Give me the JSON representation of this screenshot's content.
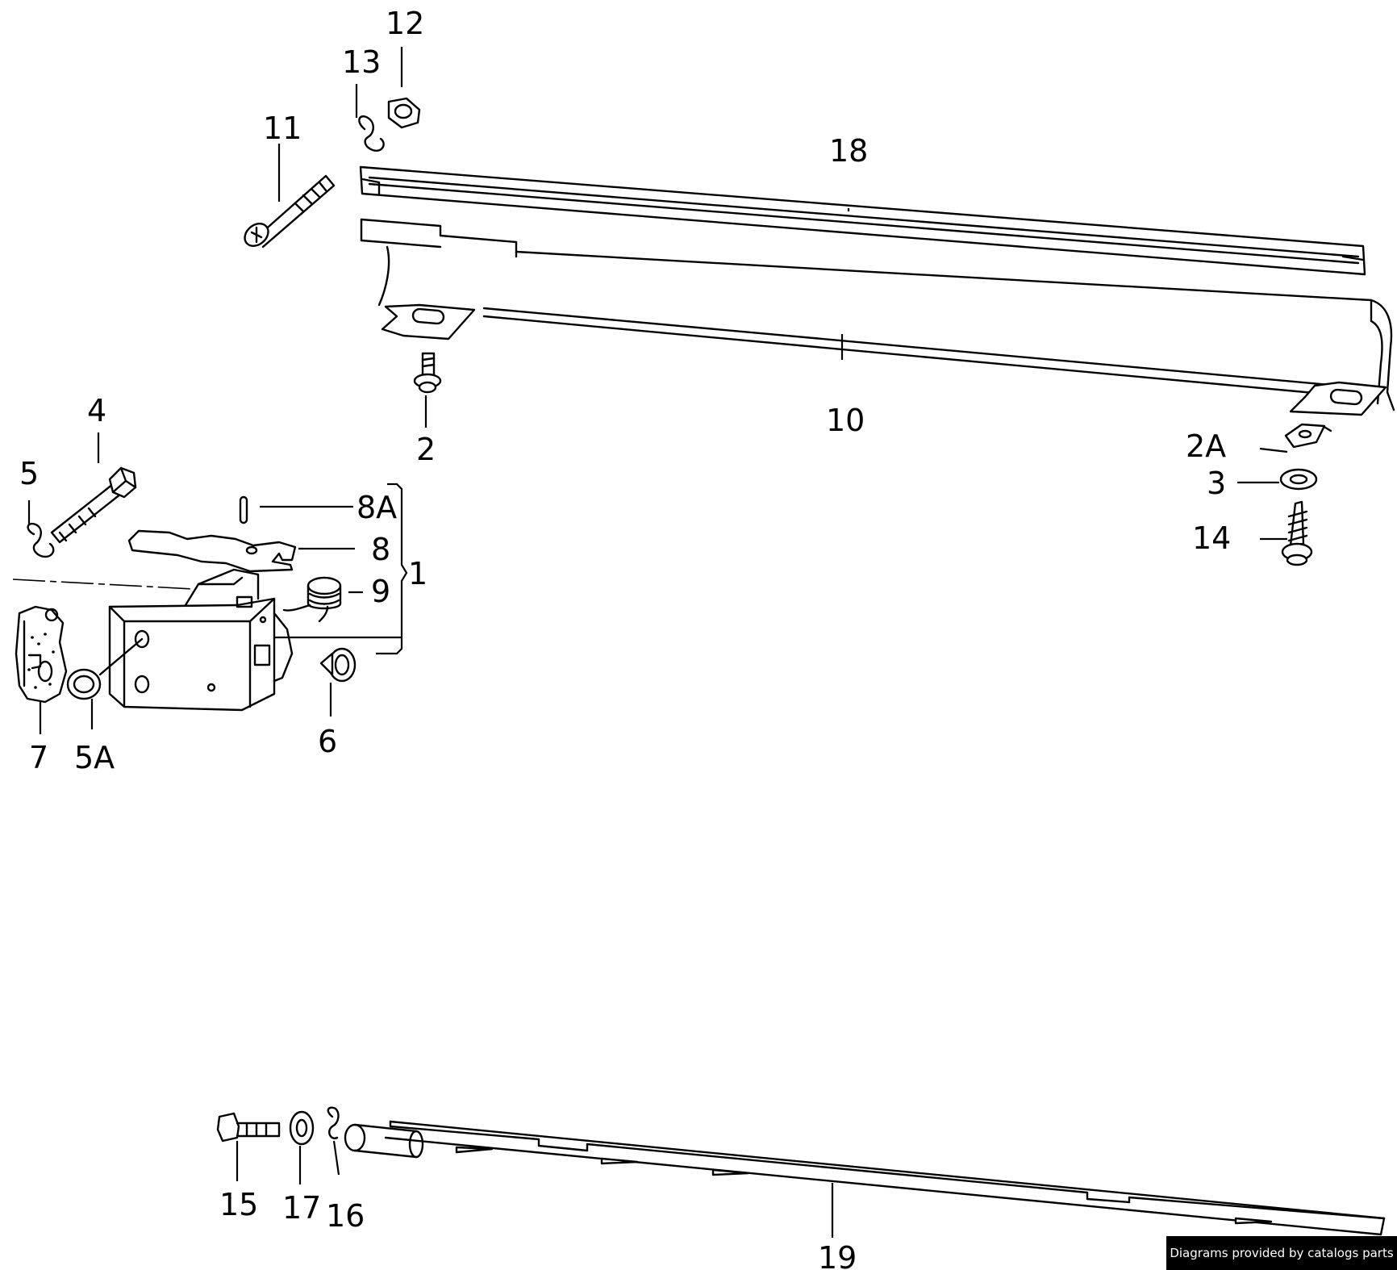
{
  "labels": {
    "l1": "1",
    "l2": "2",
    "l2a": "2A",
    "l3": "3",
    "l4": "4",
    "l5": "5",
    "l5a": "5A",
    "l6": "6",
    "l7": "7",
    "l8": "8",
    "l8a": "8A",
    "l9": "9",
    "l10": "10",
    "l11": "11",
    "l12": "12",
    "l13": "13",
    "l14": "14",
    "l15": "15",
    "l16": "16",
    "l17": "17",
    "l18": "18",
    "l19": "19"
  },
  "credit": "Diagrams provided by catalogs parts"
}
